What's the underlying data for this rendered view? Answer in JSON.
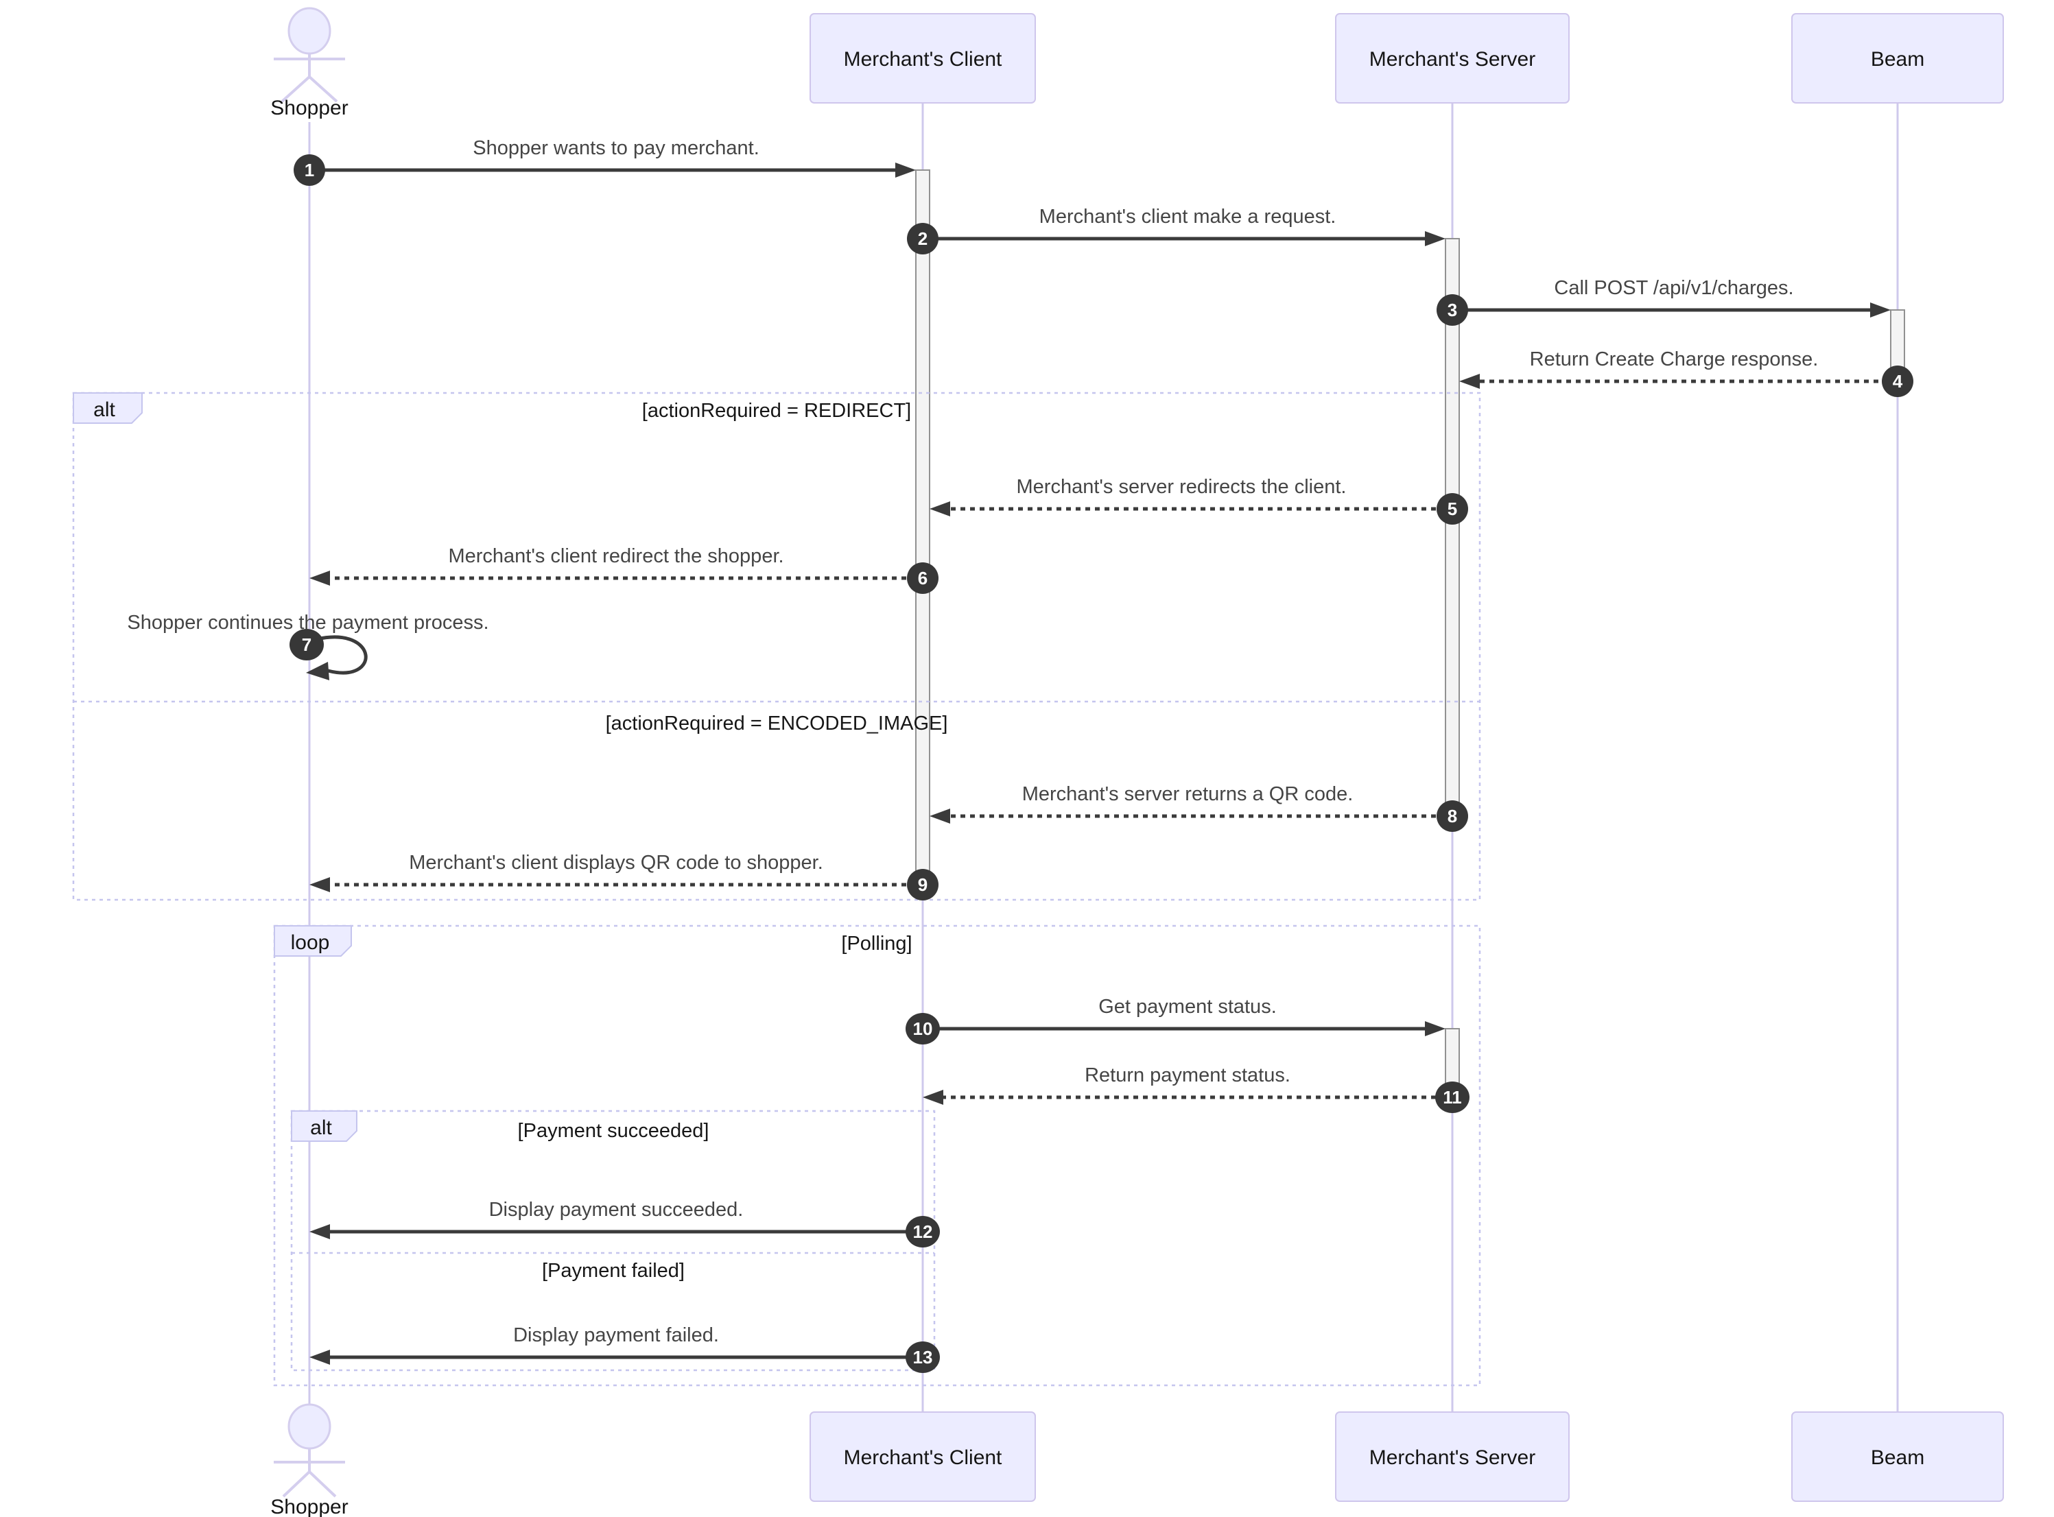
{
  "diagram": {
    "actors": [
      {
        "id": "shopper",
        "label": "Shopper",
        "kind": "actor"
      },
      {
        "id": "client",
        "label": "Merchant's Client",
        "kind": "participant"
      },
      {
        "id": "server",
        "label": "Merchant's Server",
        "kind": "participant"
      },
      {
        "id": "beam",
        "label": "Beam",
        "kind": "participant"
      }
    ],
    "messages": [
      {
        "num": "1",
        "text": "Shopper wants to pay merchant.",
        "from": "Shopper",
        "to": "Merchant's Client",
        "line": "solid"
      },
      {
        "num": "2",
        "text": "Merchant's client make a request.",
        "from": "Merchant's Client",
        "to": "Merchant's Server",
        "line": "solid"
      },
      {
        "num": "3",
        "text": "Call POST /api/v1/charges.",
        "from": "Merchant's Server",
        "to": "Beam",
        "line": "solid"
      },
      {
        "num": "4",
        "text": "Return Create Charge response.",
        "from": "Beam",
        "to": "Merchant's Server",
        "line": "dashed"
      },
      {
        "num": "5",
        "text": "Merchant's server redirects the client.",
        "from": "Merchant's Server",
        "to": "Merchant's Client",
        "line": "dashed"
      },
      {
        "num": "6",
        "text": "Merchant's client redirect the shopper.",
        "from": "Merchant's Client",
        "to": "Shopper",
        "line": "dashed"
      },
      {
        "num": "7",
        "text": "Shopper continues the payment process.",
        "from": "Shopper",
        "to": "Shopper",
        "line": "self"
      },
      {
        "num": "8",
        "text": "Merchant's server returns a QR code.",
        "from": "Merchant's Server",
        "to": "Merchant's Client",
        "line": "dashed"
      },
      {
        "num": "9",
        "text": "Merchant's client displays QR code to shopper.",
        "from": "Merchant's Client",
        "to": "Shopper",
        "line": "dashed"
      },
      {
        "num": "10",
        "text": "Get payment status.",
        "from": "Merchant's Client",
        "to": "Merchant's Server",
        "line": "solid"
      },
      {
        "num": "11",
        "text": "Return payment status.",
        "from": "Merchant's Server",
        "to": "Merchant's Client",
        "line": "dashed"
      },
      {
        "num": "12",
        "text": "Display payment succeeded.",
        "from": "Merchant's Client",
        "to": "Shopper",
        "line": "solid"
      },
      {
        "num": "13",
        "text": "Display payment failed.",
        "from": "Merchant's Client",
        "to": "Shopper",
        "line": "solid"
      }
    ],
    "frames": {
      "alt_action": {
        "label": "alt",
        "title_redirect": "[actionRequired = REDIRECT]",
        "title_encoded": "[actionRequired = ENCODED_IMAGE]"
      },
      "loop_polling": {
        "label": "loop",
        "title": "[Polling]"
      },
      "alt_payment": {
        "label": "alt",
        "title_succeeded": "[Payment succeeded]",
        "title_failed": "[Payment failed]"
      }
    },
    "colors": {
      "actor_fill": "#ECECFF",
      "actor_border": "#CFC6EC",
      "lifeline": "#CFC9EC",
      "frame_border": "#C5C5EE",
      "activation_fill": "#F4F4F4",
      "arrow": "#3B3B3B",
      "message_text": "#454545",
      "number_fill": "#373737",
      "number_text": "#FFFFFF"
    }
  }
}
